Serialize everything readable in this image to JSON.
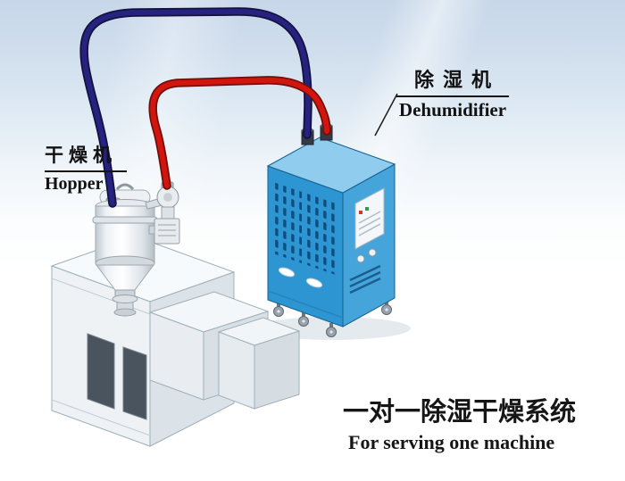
{
  "labels": {
    "hopper": {
      "cn": "干燥机",
      "en": "Hopper"
    },
    "dehumidifier": {
      "cn": "除湿机",
      "en": "Dehumidifier"
    }
  },
  "caption": {
    "cn": "一对一除湿干燥系统",
    "en": "For serving one machine"
  },
  "colors": {
    "pipe_blue": "#26227f",
    "pipe_blue_dark": "#14113f",
    "pipe_red": "#d2150e",
    "pipe_red_dark": "#70100a",
    "cabinet_front": "#2e95d3",
    "cabinet_side": "#45a5db",
    "cabinet_top": "#8fccee",
    "background_top": "#c7d7e9"
  }
}
